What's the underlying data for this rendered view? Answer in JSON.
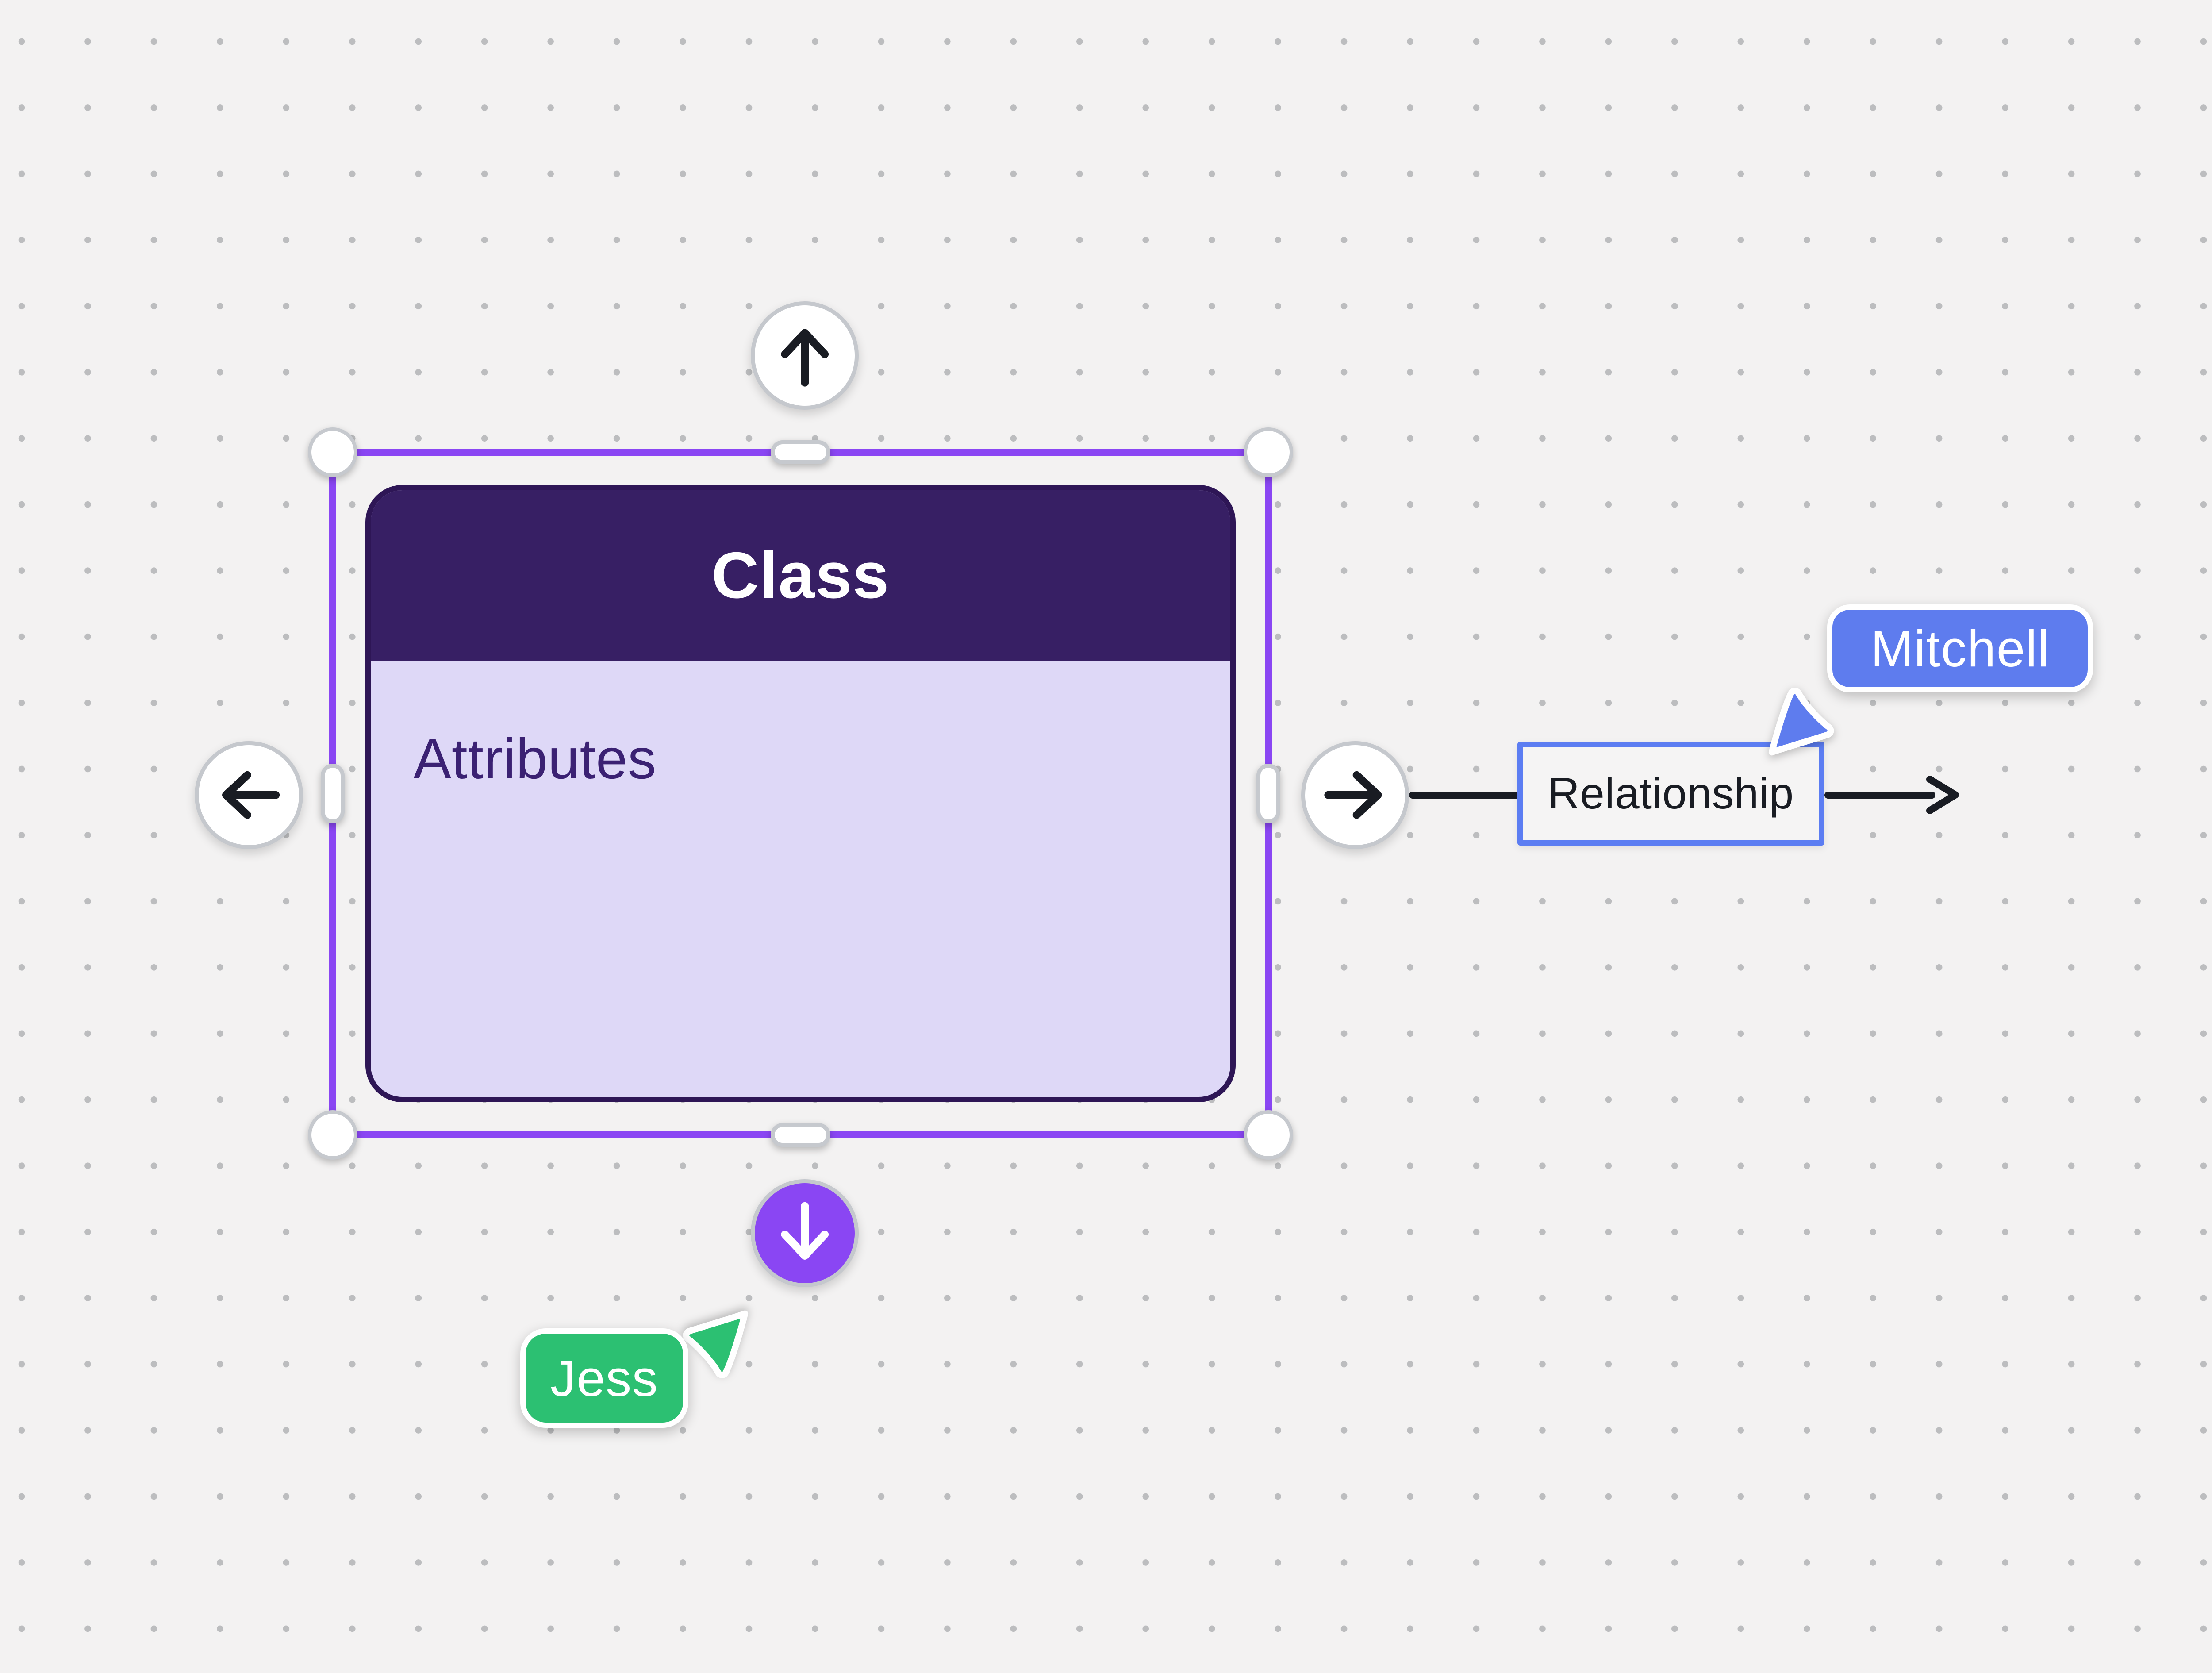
{
  "canvas": {
    "background_color": "#f3f2f2",
    "dot_color": "#bcbdbf"
  },
  "colors": {
    "background": "#f3f2f2",
    "dot": "#bcbdbf",
    "selection": "#8a46f3",
    "class_header": "#371f64",
    "class_body": "#ded8f7",
    "class_border": "#2e1656",
    "class_title_text": "#ffffff",
    "class_body_text": "#3b2173",
    "ink": "#191c23",
    "connector_blue": "#5c7df2",
    "mitchell_blue": "#5e7cee",
    "jess_green": "#2cc072",
    "handle_ring": "#c6c9ce",
    "button_ring": "#c5c8cd",
    "white": "#ffffff"
  },
  "class_shape": {
    "title": "Class",
    "body_label": "Attributes"
  },
  "direction_buttons": {
    "up_icon": "arrow-up-icon",
    "left_icon": "arrow-left-icon",
    "right_icon": "arrow-right-icon",
    "down_icon": "arrow-down-icon"
  },
  "connector": {
    "label": "Relationship",
    "arrow_icon": "arrowhead-right-icon"
  },
  "collaborators": [
    {
      "name": "Mitchell",
      "color": "#5e7cee",
      "cursor_icon": "cursor-pointer-icon"
    },
    {
      "name": "Jess",
      "color": "#2cc072",
      "cursor_icon": "cursor-pointer-icon"
    }
  ]
}
